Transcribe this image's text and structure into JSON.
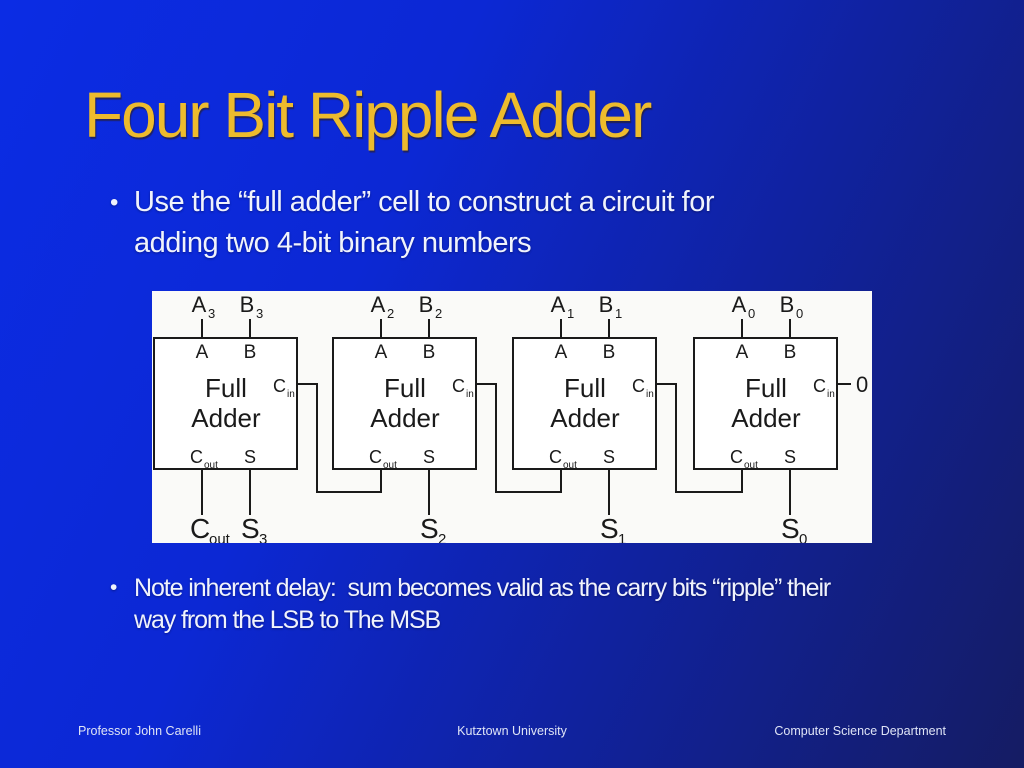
{
  "slide": {
    "title": "Four Bit Ripple Adder",
    "bullets": [
      {
        "marker": "•",
        "lines": [
          "Use the “full adder” cell to construct a circuit for",
          "adding two 4-bit binary numbers"
        ]
      },
      {
        "marker": "•",
        "lines": [
          "Note inherent delay:  sum becomes valid as the carry bits “ripple” their",
          "way from the LSB to The MSB"
        ]
      }
    ],
    "footer": {
      "left": "Professor John Carelli",
      "center": "Kutztown University",
      "right": "Computer Science Department"
    }
  },
  "colors": {
    "title_text": "#edbb2d",
    "body_text": "#f0f3fc",
    "background_top_left": "#0b2ce4",
    "background_bottom_right": "#151c63",
    "diagram_background": "#fafaf8",
    "diagram_line": "#1a1a1a"
  },
  "diagram": {
    "cell_lines": [
      "Full",
      "Adder"
    ],
    "ports": {
      "a": "A",
      "b": "B",
      "s": "S",
      "cin_base": "C",
      "cin_sub": "in",
      "cout_base": "C",
      "cout_sub": "out"
    },
    "adders": [
      {
        "a_base": "A",
        "a_sub": "3",
        "b_base": "B",
        "b_sub": "3",
        "sum_base": "S",
        "sum_sub": "3"
      },
      {
        "a_base": "A",
        "a_sub": "2",
        "b_base": "B",
        "b_sub": "2",
        "sum_base": "S",
        "sum_sub": "2"
      },
      {
        "a_base": "A",
        "a_sub": "1",
        "b_base": "B",
        "b_sub": "1",
        "sum_base": "S",
        "sum_sub": "1"
      },
      {
        "a_base": "A",
        "a_sub": "0",
        "b_base": "B",
        "b_sub": "0",
        "sum_base": "S",
        "sum_sub": "0"
      }
    ],
    "carry_out": {
      "base": "C",
      "sub": "out"
    },
    "carry_in_const": "0"
  }
}
